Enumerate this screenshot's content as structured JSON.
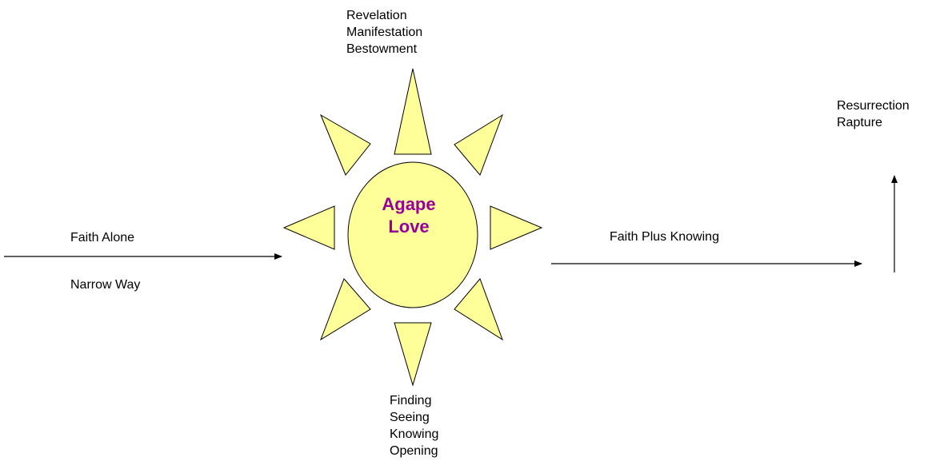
{
  "center": {
    "line1": "Agape",
    "line2": "Love"
  },
  "top_labels": [
    "Revelation",
    "Manifestation",
    "Bestowment"
  ],
  "bottom_labels": [
    "Finding",
    "Seeing",
    "Knowing",
    "Opening"
  ],
  "left_top_label": "Faith Alone",
  "left_bottom_label": "Narrow Way",
  "right_label": "Faith Plus Knowing",
  "far_right_labels": [
    "Resurrection",
    "Rapture"
  ],
  "colors": {
    "sun_fill": "#FFFF99",
    "center_text": "#990099",
    "stroke": "#000000"
  }
}
